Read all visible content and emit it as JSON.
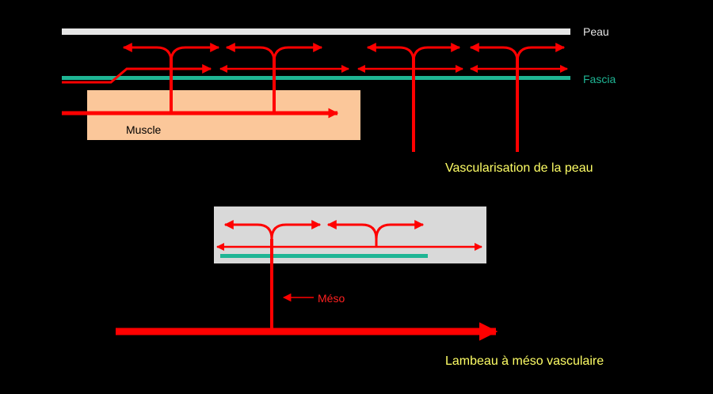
{
  "labels": {
    "peau": "Peau",
    "fascia": "Fascia",
    "muscle": "Muscle",
    "title_skin": "Vascularisation de la peau",
    "meso": "Méso",
    "title_flap": "Lambeau à méso vasculaire"
  },
  "colors": {
    "background": "#000000",
    "skin_layer": "#e6e6e6",
    "fascia_layer": "#1fb594",
    "muscle_block": "#fbc79a",
    "flap_box": "#d9d9d9",
    "vessel": "#ff0000",
    "label_light": "#e6e6e6",
    "label_fascia": "#1fb594",
    "label_dark": "#000000",
    "label_title": "#ffff66",
    "label_meso": "#ff2020"
  }
}
